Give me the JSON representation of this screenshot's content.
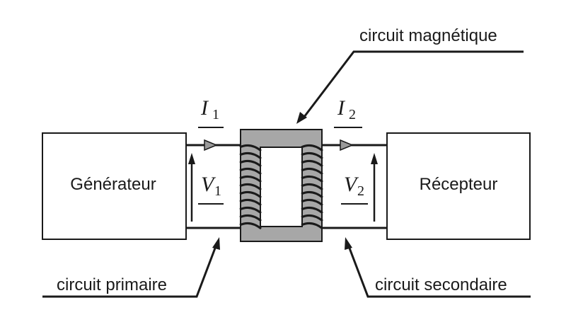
{
  "labels": {
    "generator": "Générateur",
    "receiver": "Récepteur",
    "magnetic_circuit": "circuit magnétique",
    "primary_circuit": "circuit primaire",
    "secondary_circuit": "circuit secondaire"
  },
  "quantities": {
    "current_primary": {
      "symbol": "I",
      "index": "1"
    },
    "current_secondary": {
      "symbol": "I",
      "index": "2"
    },
    "voltage_primary": {
      "symbol": "V",
      "index": "1"
    },
    "voltage_secondary": {
      "symbol": "V",
      "index": "2"
    }
  },
  "colors": {
    "line": "#1a1a1a",
    "core_fill": "#a7a7a7",
    "window_fill": "#ffffff"
  }
}
